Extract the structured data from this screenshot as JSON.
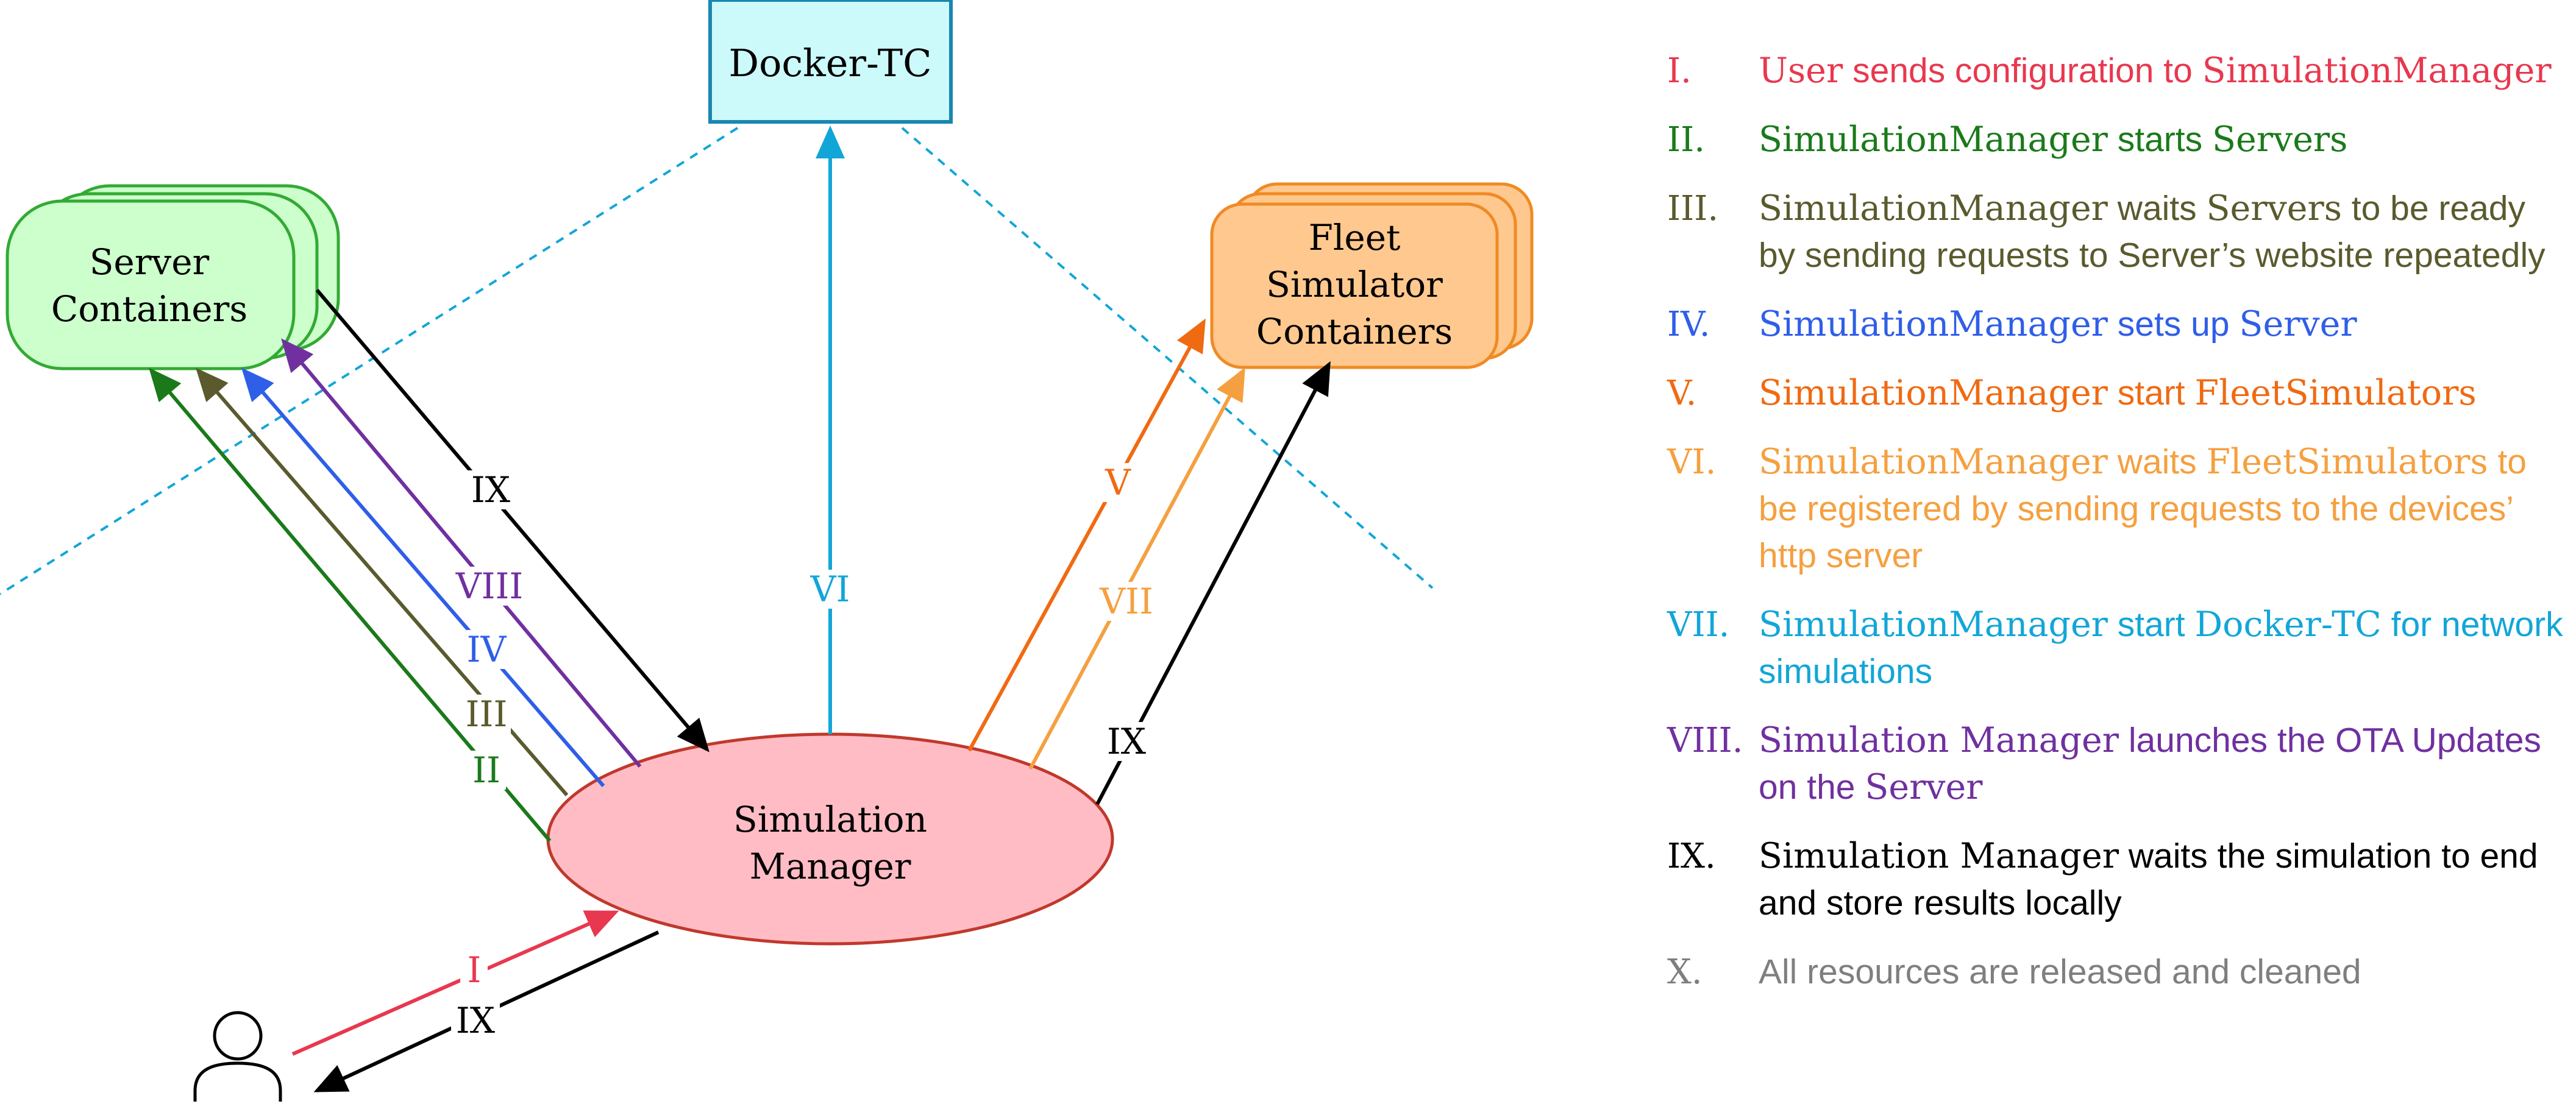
{
  "nodes": {
    "docker_tc": "Docker-TC",
    "server": [
      "Server",
      "Containers"
    ],
    "fleet": [
      "Fleet",
      "Simulator",
      "Containers"
    ],
    "manager": [
      "Simulation",
      "Manager"
    ]
  },
  "arrow_labels": {
    "i": "I",
    "ii": "II",
    "iii": "III",
    "iv": "IV",
    "v": "V",
    "vi": "VI",
    "vii": "VII",
    "viii": "VIII",
    "ix_server": "IX",
    "ix_fleet": "IX",
    "ix_user": "IX"
  },
  "colors": {
    "i": "#e8384f",
    "ii": "#1a7a1a",
    "iii": "#5a5a2e",
    "iv": "#2f5ee8",
    "v": "#f06a12",
    "vi": "#12a6d8",
    "vii": "#f5a040",
    "viii": "#7030a0",
    "ix": "#000000",
    "x": "#7f7f7f"
  },
  "legend": [
    {
      "num": "I.",
      "color": "#e8384f",
      "parts": [
        {
          "t": "User",
          "s": true
        },
        {
          "t": " sends configuration to "
        },
        {
          "t": "SimulationManager",
          "s": true
        }
      ]
    },
    {
      "num": "II.",
      "color": "#1a7a1a",
      "parts": [
        {
          "t": "SimulationManager",
          "s": true
        },
        {
          "t": " starts "
        },
        {
          "t": "Servers",
          "s": true
        }
      ]
    },
    {
      "num": "III.",
      "color": "#5a5a2e",
      "parts": [
        {
          "t": "SimulationManager",
          "s": true
        },
        {
          "t": " waits "
        },
        {
          "t": "Servers",
          "s": true
        },
        {
          "t": " to be ready by sending requests to Server’s website repeatedly"
        }
      ]
    },
    {
      "num": "IV.",
      "color": "#2f5ee8",
      "parts": [
        {
          "t": "SimulationManager",
          "s": true
        },
        {
          "t": " sets up "
        },
        {
          "t": "Server",
          "s": true
        }
      ]
    },
    {
      "num": "V.",
      "color": "#f06a12",
      "parts": [
        {
          "t": "SimulationManager",
          "s": true
        },
        {
          "t": " start "
        },
        {
          "t": "FleetSimulators",
          "s": true
        }
      ]
    },
    {
      "num": "VI.",
      "color": "#f5a040",
      "parts": [
        {
          "t": "SimulationManager",
          "s": true
        },
        {
          "t": " waits "
        },
        {
          "t": "FleetSimulators",
          "s": true
        },
        {
          "t": " to be registered by sending requests to the devices’ http server"
        }
      ]
    },
    {
      "num": "VII.",
      "color": "#12a6d8",
      "parts": [
        {
          "t": "SimulationManager",
          "s": true
        },
        {
          "t": " start "
        },
        {
          "t": "Docker-TC",
          "s": true
        },
        {
          "t": " for network simulations"
        }
      ]
    },
    {
      "num": "VIII.",
      "color": "#7030a0",
      "parts": [
        {
          "t": "Simulation Manager",
          "s": true
        },
        {
          "t": " launches the OTA Updates on the "
        },
        {
          "t": "Server",
          "s": true
        }
      ]
    },
    {
      "num": "IX.",
      "color": "#000000",
      "parts": [
        {
          "t": "Simulation Manager",
          "s": true
        },
        {
          "t": " waits the simulation to end and store results locally"
        }
      ]
    },
    {
      "num": "X.",
      "color": "#7f7f7f",
      "parts": [
        {
          "t": "All resources are released and cleaned"
        }
      ]
    }
  ],
  "icons": {
    "user": "user-icon"
  }
}
